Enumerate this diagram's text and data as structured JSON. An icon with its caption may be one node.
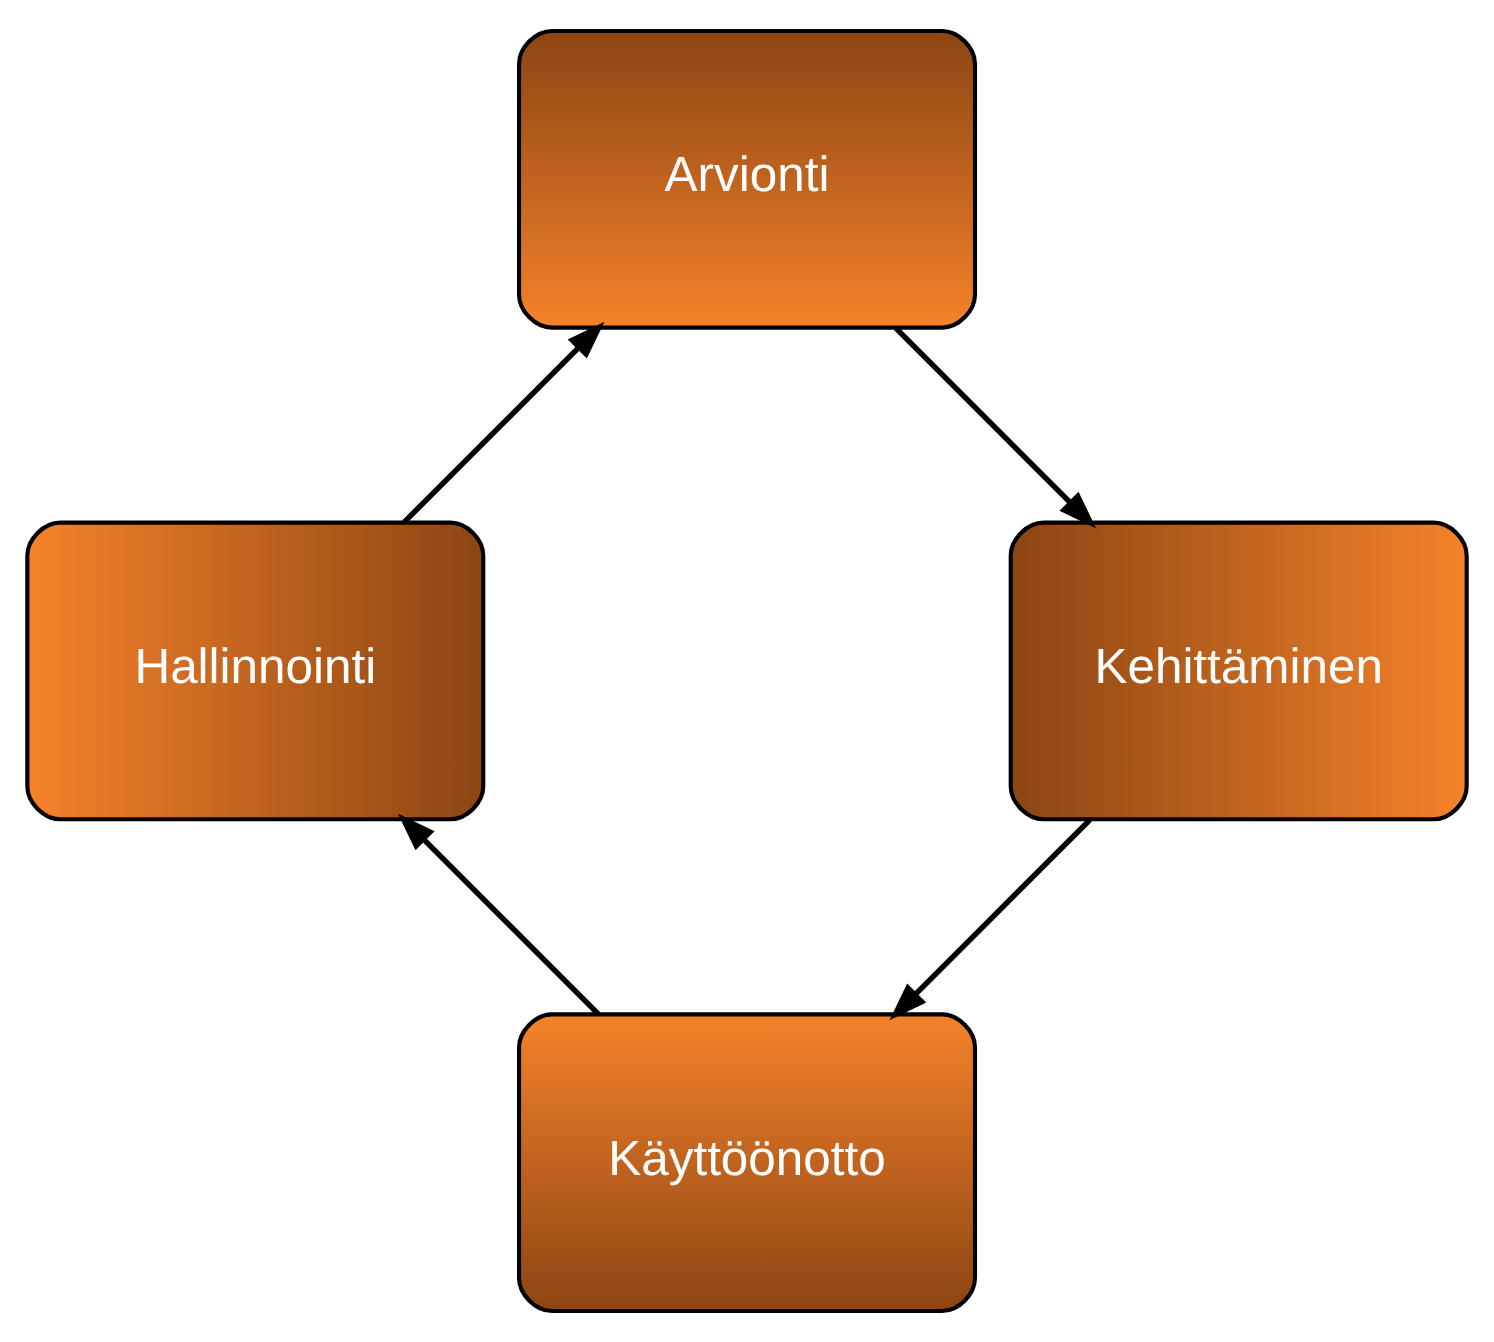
{
  "diagram": {
    "nodes": [
      {
        "text": [
          "Käyttöönotto"
        ]
      },
      {
        "text": [
          "Hallinnointi"
        ]
      },
      {
        "text": [
          "Arvionti"
        ]
      },
      {
        "text": [
          "Kehittäminen"
        ]
      }
    ],
    "edges": [
      {
        "from": 0,
        "to": 1,
        "arrow": "to"
      },
      {
        "from": 1,
        "to": 2,
        "arrow": "to"
      },
      {
        "from": 2,
        "to": 3,
        "arrow": "to"
      },
      {
        "from": 3,
        "to": 0,
        "arrow": "to"
      }
    ]
  }
}
